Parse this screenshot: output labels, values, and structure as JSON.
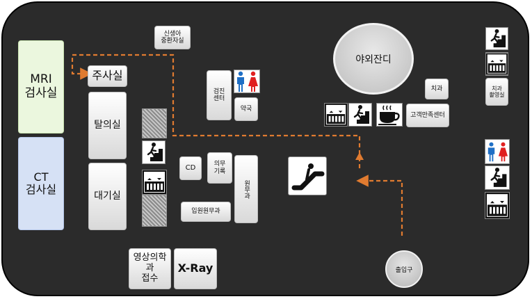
{
  "title": "",
  "colors": {
    "floor": "#2b2b2b",
    "route": "#e07b30",
    "mri_room": "#ebf7de",
    "ct_room": "#d6e1f5",
    "male_sign": "#1f6fc5",
    "female_sign": "#e02020"
  },
  "rooms": {
    "mri": "MRI\n검사실",
    "ct": "CT\n검사실",
    "injection": "주사실",
    "changing": "탈의실",
    "waiting": "대기실",
    "neonatal_icu": "신생아\n중환자실",
    "health_center": "검진\n센터",
    "pharmacy": "약국",
    "cd": "CD",
    "medical_records": "의무\n기록",
    "admin": "원무과",
    "admission_office": "입원원무과",
    "radiology_reception": "영상의학과\n접수",
    "xray": "X-Ray",
    "outdoor_lawn": "야외잔디",
    "dentistry": "치과",
    "customer_center": "고객만족센터",
    "dental_imaging": "치과\n촬영실",
    "entrance": "출입구"
  },
  "icons": [
    "stairs-icon",
    "elevator-icon",
    "restroom-icon",
    "escalator-icon",
    "coffee-icon"
  ]
}
